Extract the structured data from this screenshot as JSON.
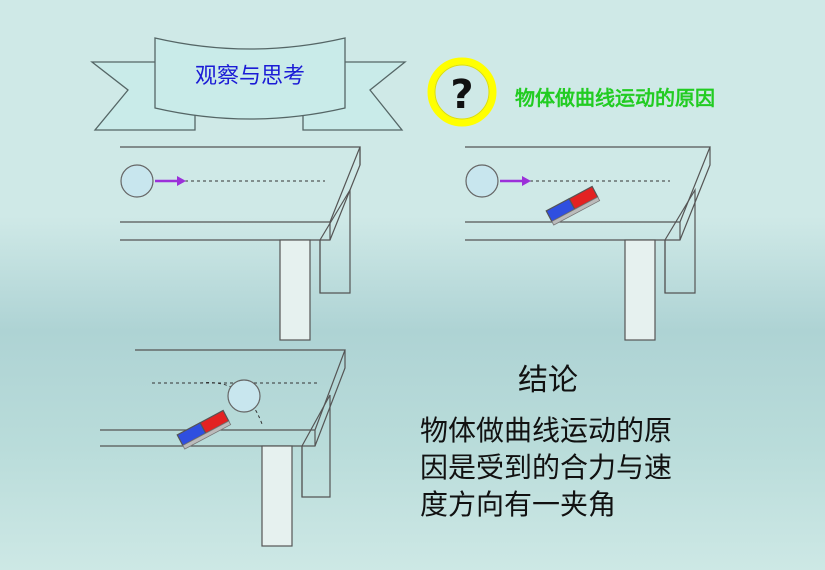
{
  "banner": {
    "title": "观察与思考"
  },
  "question": {
    "icon": "question-mark-icon",
    "title": "物体做曲线运动的原因"
  },
  "conclusion": {
    "title": "结论",
    "lines": [
      "物体做曲线运动的原",
      "因是受到的合力与速",
      "度方向有一夹角"
    ]
  },
  "colors": {
    "banner_fill": "#c9ebe9",
    "banner_text": "#1b1bd6",
    "question_ring": "#ffff00",
    "question_text": "#22cc22",
    "arrow": "#9b30d9",
    "magnet_red": "#e32222",
    "magnet_blue": "#2f4fe0"
  }
}
